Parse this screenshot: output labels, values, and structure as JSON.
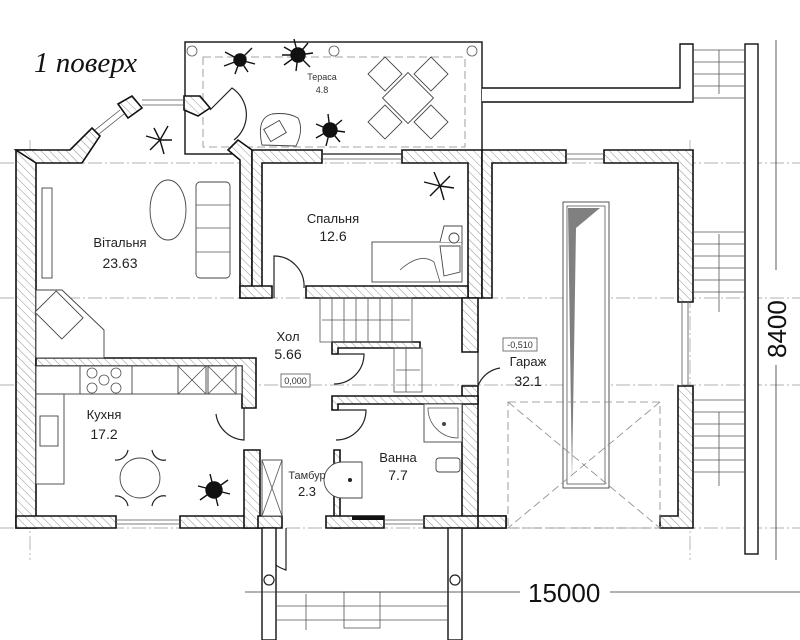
{
  "plan": {
    "title": "1 поверх",
    "rooms": {
      "terrace": {
        "name": "Тераса",
        "area": "4.8"
      },
      "living": {
        "name": "Вітальня",
        "area": "23.63"
      },
      "bedroom": {
        "name": "Спальня",
        "area": "12.6"
      },
      "hall": {
        "name": "Хол",
        "area": "5.66"
      },
      "garage": {
        "name": "Гараж",
        "area": "32.1"
      },
      "kitchen": {
        "name": "Кухня",
        "area": "17.2"
      },
      "bathroom": {
        "name": "Ванна",
        "area": "7.7"
      },
      "vestibule": {
        "name": "Тамбур",
        "area": "2.3"
      }
    },
    "levels": {
      "hall": "0,000",
      "garage": "-0,510"
    },
    "dimensions": {
      "width": "15000",
      "depth": "8400"
    },
    "colors": {
      "wall_stroke": "#111111",
      "hatch": "#777777",
      "background": "#ffffff",
      "ramp_fill": "#808080"
    }
  }
}
